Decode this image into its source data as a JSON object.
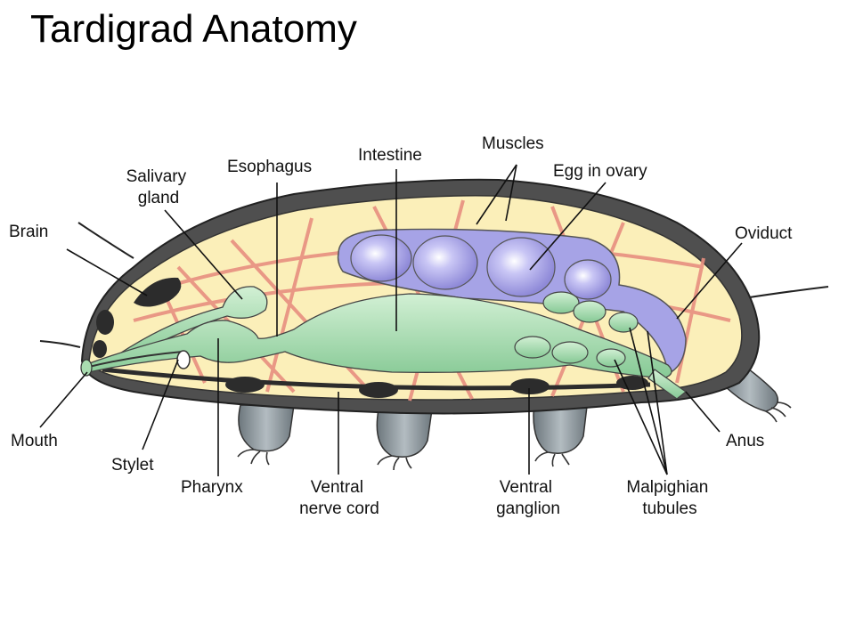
{
  "title": "Tardigrad Anatomy",
  "labels": {
    "brain": "Brain",
    "salivary_gland": [
      "Salivary",
      "gland"
    ],
    "esophagus": "Esophagus",
    "intestine": "Intestine",
    "muscles": "Muscles",
    "egg_in_ovary": "Egg in ovary",
    "oviduct": "Oviduct",
    "mouth": "Mouth",
    "stylet": "Stylet",
    "pharynx": "Pharynx",
    "ventral_nerve_cord": [
      "Ventral",
      "nerve cord"
    ],
    "ventral_ganglion": [
      "Ventral",
      "ganglion"
    ],
    "malpighian_tubules": [
      "Malpighian",
      "tubules"
    ],
    "anus": "Anus"
  },
  "colors": {
    "cuticle": "#5b5b5b",
    "body_fill": "#fbefb9",
    "muscle": "#e88f80",
    "gut": "#a9dcb0",
    "ovary": "#a6a3e6",
    "nerve": "#2c2c2c",
    "leg": "#8b959c"
  }
}
